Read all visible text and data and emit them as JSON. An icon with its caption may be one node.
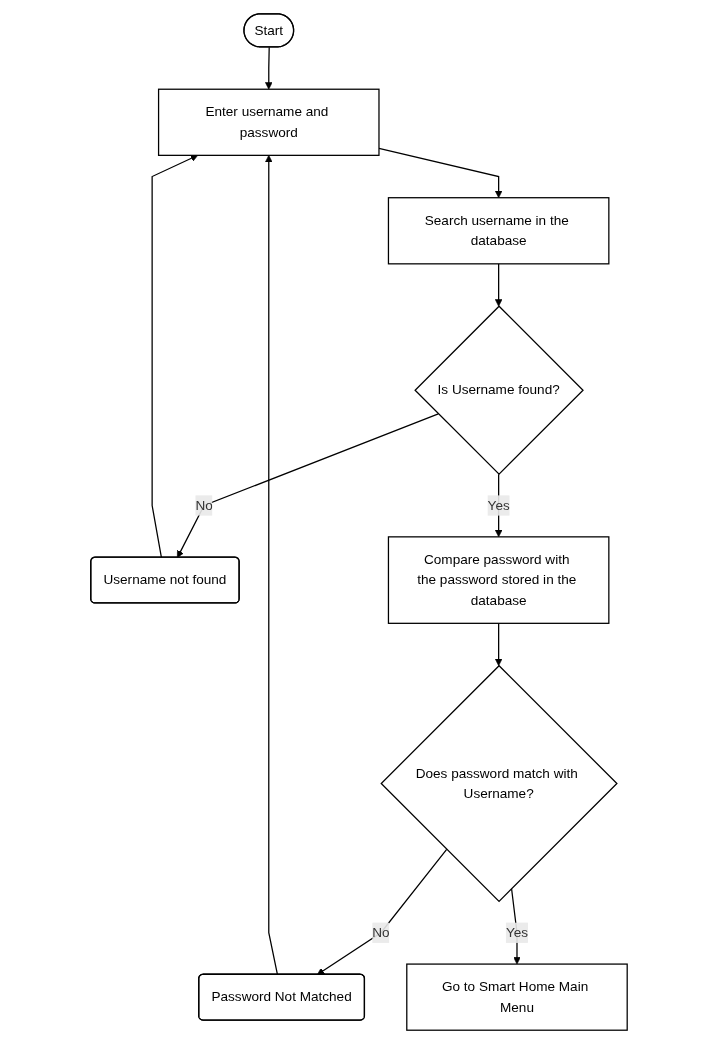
{
  "diagram": {
    "nodes": [
      {
        "text": [
          "Start"
        ]
      },
      {
        "text": [
          "Enter username and password"
        ]
      },
      {
        "text": [
          "Search username in the database"
        ]
      },
      {
        "text": [
          "Username not found"
        ]
      },
      {
        "text": [
          "Is Username found?"
        ]
      },
      {
        "text": [
          "Password Not Matched"
        ]
      },
      {
        "text": [
          "Compare password with the password stored in the database"
        ]
      },
      {
        "text": [
          "Does password match with Username?"
        ]
      },
      {
        "text": [
          "Go to Smart Home Main Menu"
        ]
      }
    ],
    "edges": [
      {
        "from": 0,
        "to": 1,
        "arrow": "to"
      },
      {
        "from": 1,
        "to": 2,
        "arrow": "to"
      },
      {
        "from": 2,
        "to": 4,
        "arrow": "to"
      },
      {
        "from": 4,
        "to": 3,
        "arrow": "to",
        "label": "No"
      },
      {
        "from": 3,
        "to": 1,
        "arrow": "to"
      },
      {
        "from": 4,
        "to": 6,
        "arrow": "to",
        "label": "Yes"
      },
      {
        "from": 6,
        "to": 7,
        "arrow": "to"
      },
      {
        "from": 7,
        "to": 5,
        "arrow": "to",
        "label": "No"
      },
      {
        "from": 5,
        "to": 1,
        "arrow": "to"
      },
      {
        "from": 7,
        "to": 8,
        "arrow": "to",
        "label": "Yes"
      }
    ]
  }
}
